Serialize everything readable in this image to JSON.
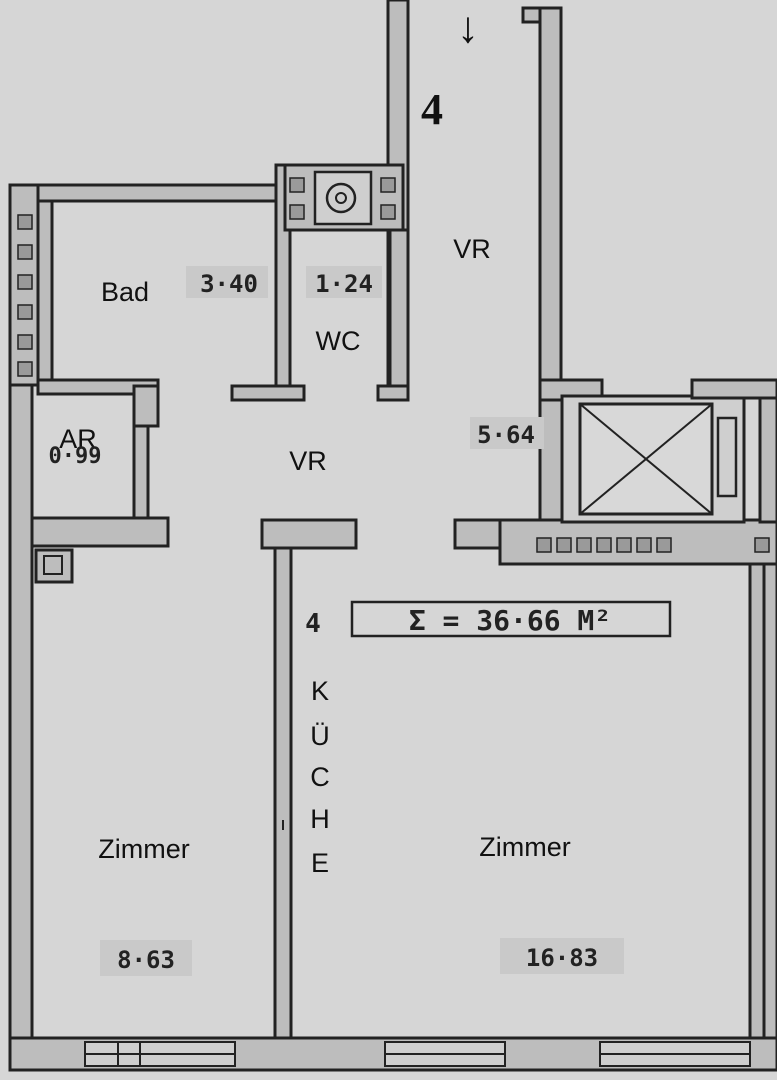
{
  "floorplan": {
    "unit_number": "4",
    "unit_number_small": "4",
    "total_area": "Σ = 36·66 M²",
    "rooms": {
      "bad": {
        "name": "Bad",
        "area": "3·40"
      },
      "wc": {
        "name": "WC",
        "area": "1·24"
      },
      "vr_top": {
        "name": "VR"
      },
      "vr_mid": {
        "name": "VR",
        "area": "5·64"
      },
      "ar": {
        "name": "AR",
        "area": "0·99"
      },
      "kueche": {
        "letters": [
          "K",
          "Ü",
          "C",
          "H",
          "E"
        ]
      },
      "zimmer_left": {
        "name": "Zimmer",
        "area": "8·63"
      },
      "zimmer_right": {
        "name": "Zimmer",
        "area": "16·83"
      }
    },
    "entrance_arrow": "↓"
  }
}
